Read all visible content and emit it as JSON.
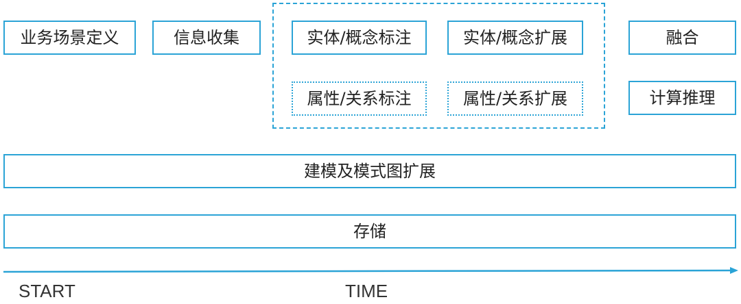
{
  "diagram": {
    "colors": {
      "border": "#2aa3d6",
      "text": "#222222",
      "axis": "#2aa3d6"
    },
    "top_row": {
      "scenario_definition": "业务场景定义",
      "info_collection": "信息收集",
      "entity_concept_annotation": "实体/概念标注",
      "entity_concept_expansion": "实体/概念扩展",
      "fusion": "融合"
    },
    "second_row": {
      "attribute_relation_annotation": "属性/关系标注",
      "attribute_relation_expansion": "属性/关系扩展",
      "computation_reasoning": "计算推理"
    },
    "layers": {
      "modeling": "建模及模式图扩展",
      "storage": "存储"
    },
    "axis": {
      "start_label": "START",
      "time_label": "TIME"
    }
  }
}
